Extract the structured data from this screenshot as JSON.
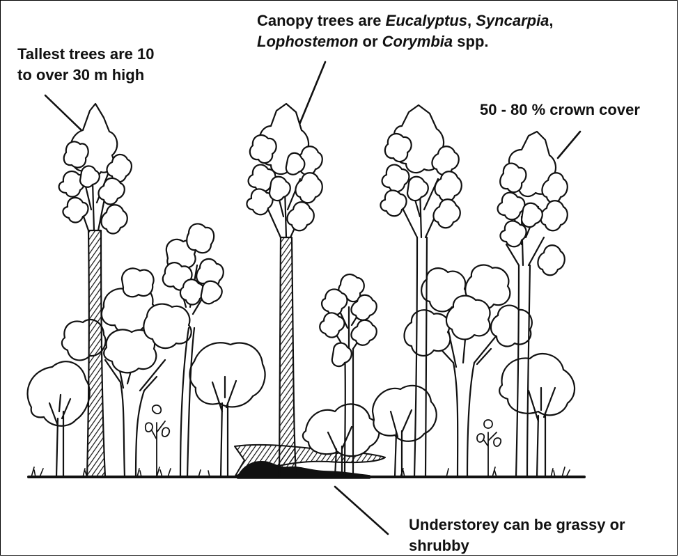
{
  "labels": {
    "tallest_line1": "Tallest trees are 10",
    "tallest_line2": "to over 30 m high",
    "canopy_prefix": "Canopy trees are ",
    "canopy_genus1": "Eucalyptus",
    "canopy_sep1": ", ",
    "canopy_genus2": "Syncarpia",
    "canopy_sep2": ",",
    "canopy_genus3": "Lophostemon",
    "canopy_or": " or ",
    "canopy_genus4": "Corymbia",
    "canopy_suffix": " spp.",
    "crown_cover": "50 - 80 % crown cover",
    "understorey_line1": "Understorey can be grassy or",
    "understorey_line2": "shrubby"
  },
  "colors": {
    "ink": "#111111",
    "background": "#ffffff"
  }
}
